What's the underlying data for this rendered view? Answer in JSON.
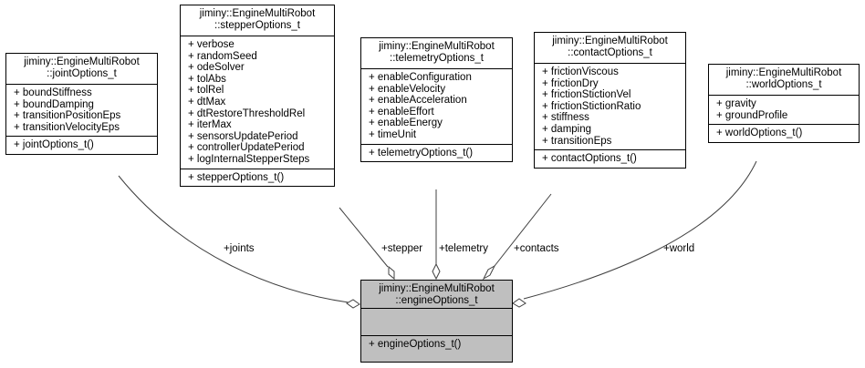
{
  "classes": {
    "joint": {
      "title_line1": "jiminy::EngineMultiRobot",
      "title_line2": "::jointOptions_t",
      "attributes": [
        "+ boundStiffness",
        "+ boundDamping",
        "+ transitionPositionEps",
        "+ transitionVelocityEps"
      ],
      "methods": [
        "+ jointOptions_t()"
      ]
    },
    "stepper": {
      "title_line1": "jiminy::EngineMultiRobot",
      "title_line2": "::stepperOptions_t",
      "attributes": [
        "+ verbose",
        "+ randomSeed",
        "+ odeSolver",
        "+ tolAbs",
        "+ tolRel",
        "+ dtMax",
        "+ dtRestoreThresholdRel",
        "+ iterMax",
        "+ sensorsUpdatePeriod",
        "+ controllerUpdatePeriod",
        "+ logInternalStepperSteps"
      ],
      "methods": [
        "+ stepperOptions_t()"
      ]
    },
    "telemetry": {
      "title_line1": "jiminy::EngineMultiRobot",
      "title_line2": "::telemetryOptions_t",
      "attributes": [
        "+ enableConfiguration",
        "+ enableVelocity",
        "+ enableAcceleration",
        "+ enableEffort",
        "+ enableEnergy",
        "+ timeUnit"
      ],
      "methods": [
        "+ telemetryOptions_t()"
      ]
    },
    "contact": {
      "title_line1": "jiminy::EngineMultiRobot",
      "title_line2": "::contactOptions_t",
      "attributes": [
        "+ frictionViscous",
        "+ frictionDry",
        "+ frictionStictionVel",
        "+ frictionStictionRatio",
        "+ stiffness",
        "+ damping",
        "+ transitionEps"
      ],
      "methods": [
        "+ contactOptions_t()"
      ]
    },
    "world": {
      "title_line1": "jiminy::EngineMultiRobot",
      "title_line2": "::worldOptions_t",
      "attributes": [
        "+ gravity",
        "+ groundProfile"
      ],
      "methods": [
        "+ worldOptions_t()"
      ]
    },
    "engine": {
      "title_line1": "jiminy::EngineMultiRobot",
      "title_line2": "::engineOptions_t",
      "attributes": [],
      "methods": [
        "+ engineOptions_t()"
      ]
    }
  },
  "edges": {
    "joints": "+joints",
    "stepper": "+stepper",
    "telemetry": "+telemetry",
    "contacts": "+contacts",
    "world": "+world"
  },
  "colors": {
    "focus_fill": "#bfbfbf",
    "edge_stroke": "#404040"
  }
}
